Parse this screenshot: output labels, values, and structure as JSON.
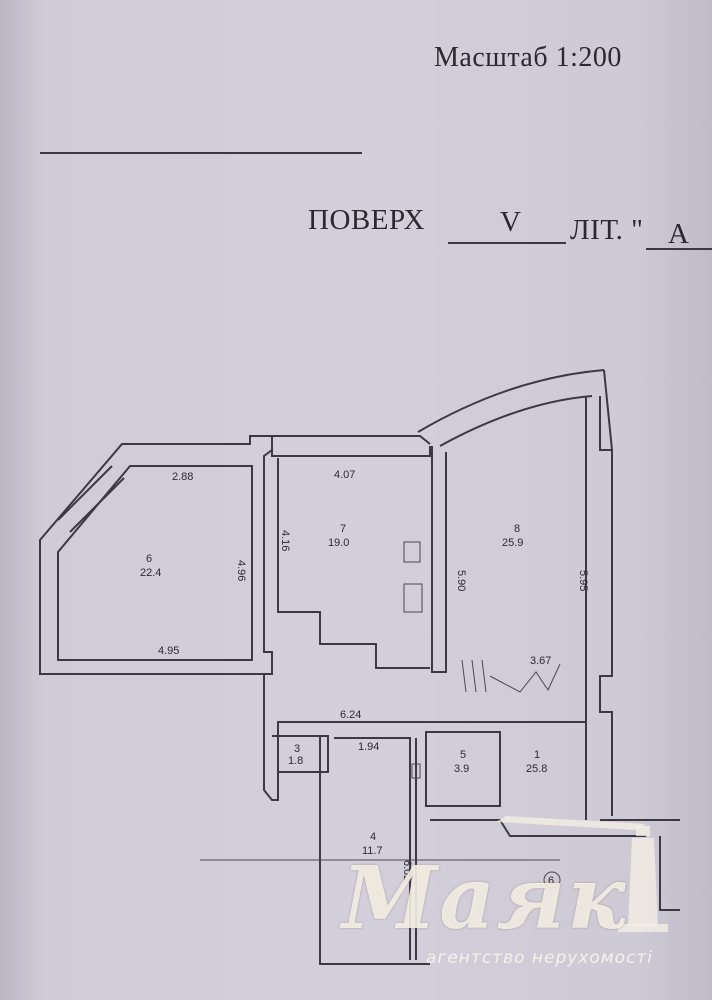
{
  "header": {
    "scale": "Масштаб 1:200",
    "floor_label": "ПОВЕРХ",
    "floor_number": "V",
    "lit_label": "ЛІТ. \"",
    "lit_value": "А"
  },
  "rooms": [
    {
      "number": "6",
      "area": "22.4"
    },
    {
      "number": "7",
      "area": "19.0"
    },
    {
      "number": "8",
      "area": "25.9"
    },
    {
      "number": "3",
      "area": "1.8"
    },
    {
      "number": "5",
      "area": "3.9"
    },
    {
      "number": "1",
      "area": "25.8"
    },
    {
      "number": "4",
      "area": "11.7"
    }
  ],
  "dimensions": {
    "d_288": "2.88",
    "d_496": "4.96",
    "d_495": "4.95",
    "d_407": "4.07",
    "d_416": "4.16",
    "d_590": "5.90",
    "d_595": "5.95",
    "d_367": "3.67",
    "d_624": "6.24",
    "d_194": "1.94",
    "d_602": "6.02"
  },
  "marker": "6",
  "logo": {
    "word": "Маяк",
    "subtitle": "агентство нерухомості"
  }
}
